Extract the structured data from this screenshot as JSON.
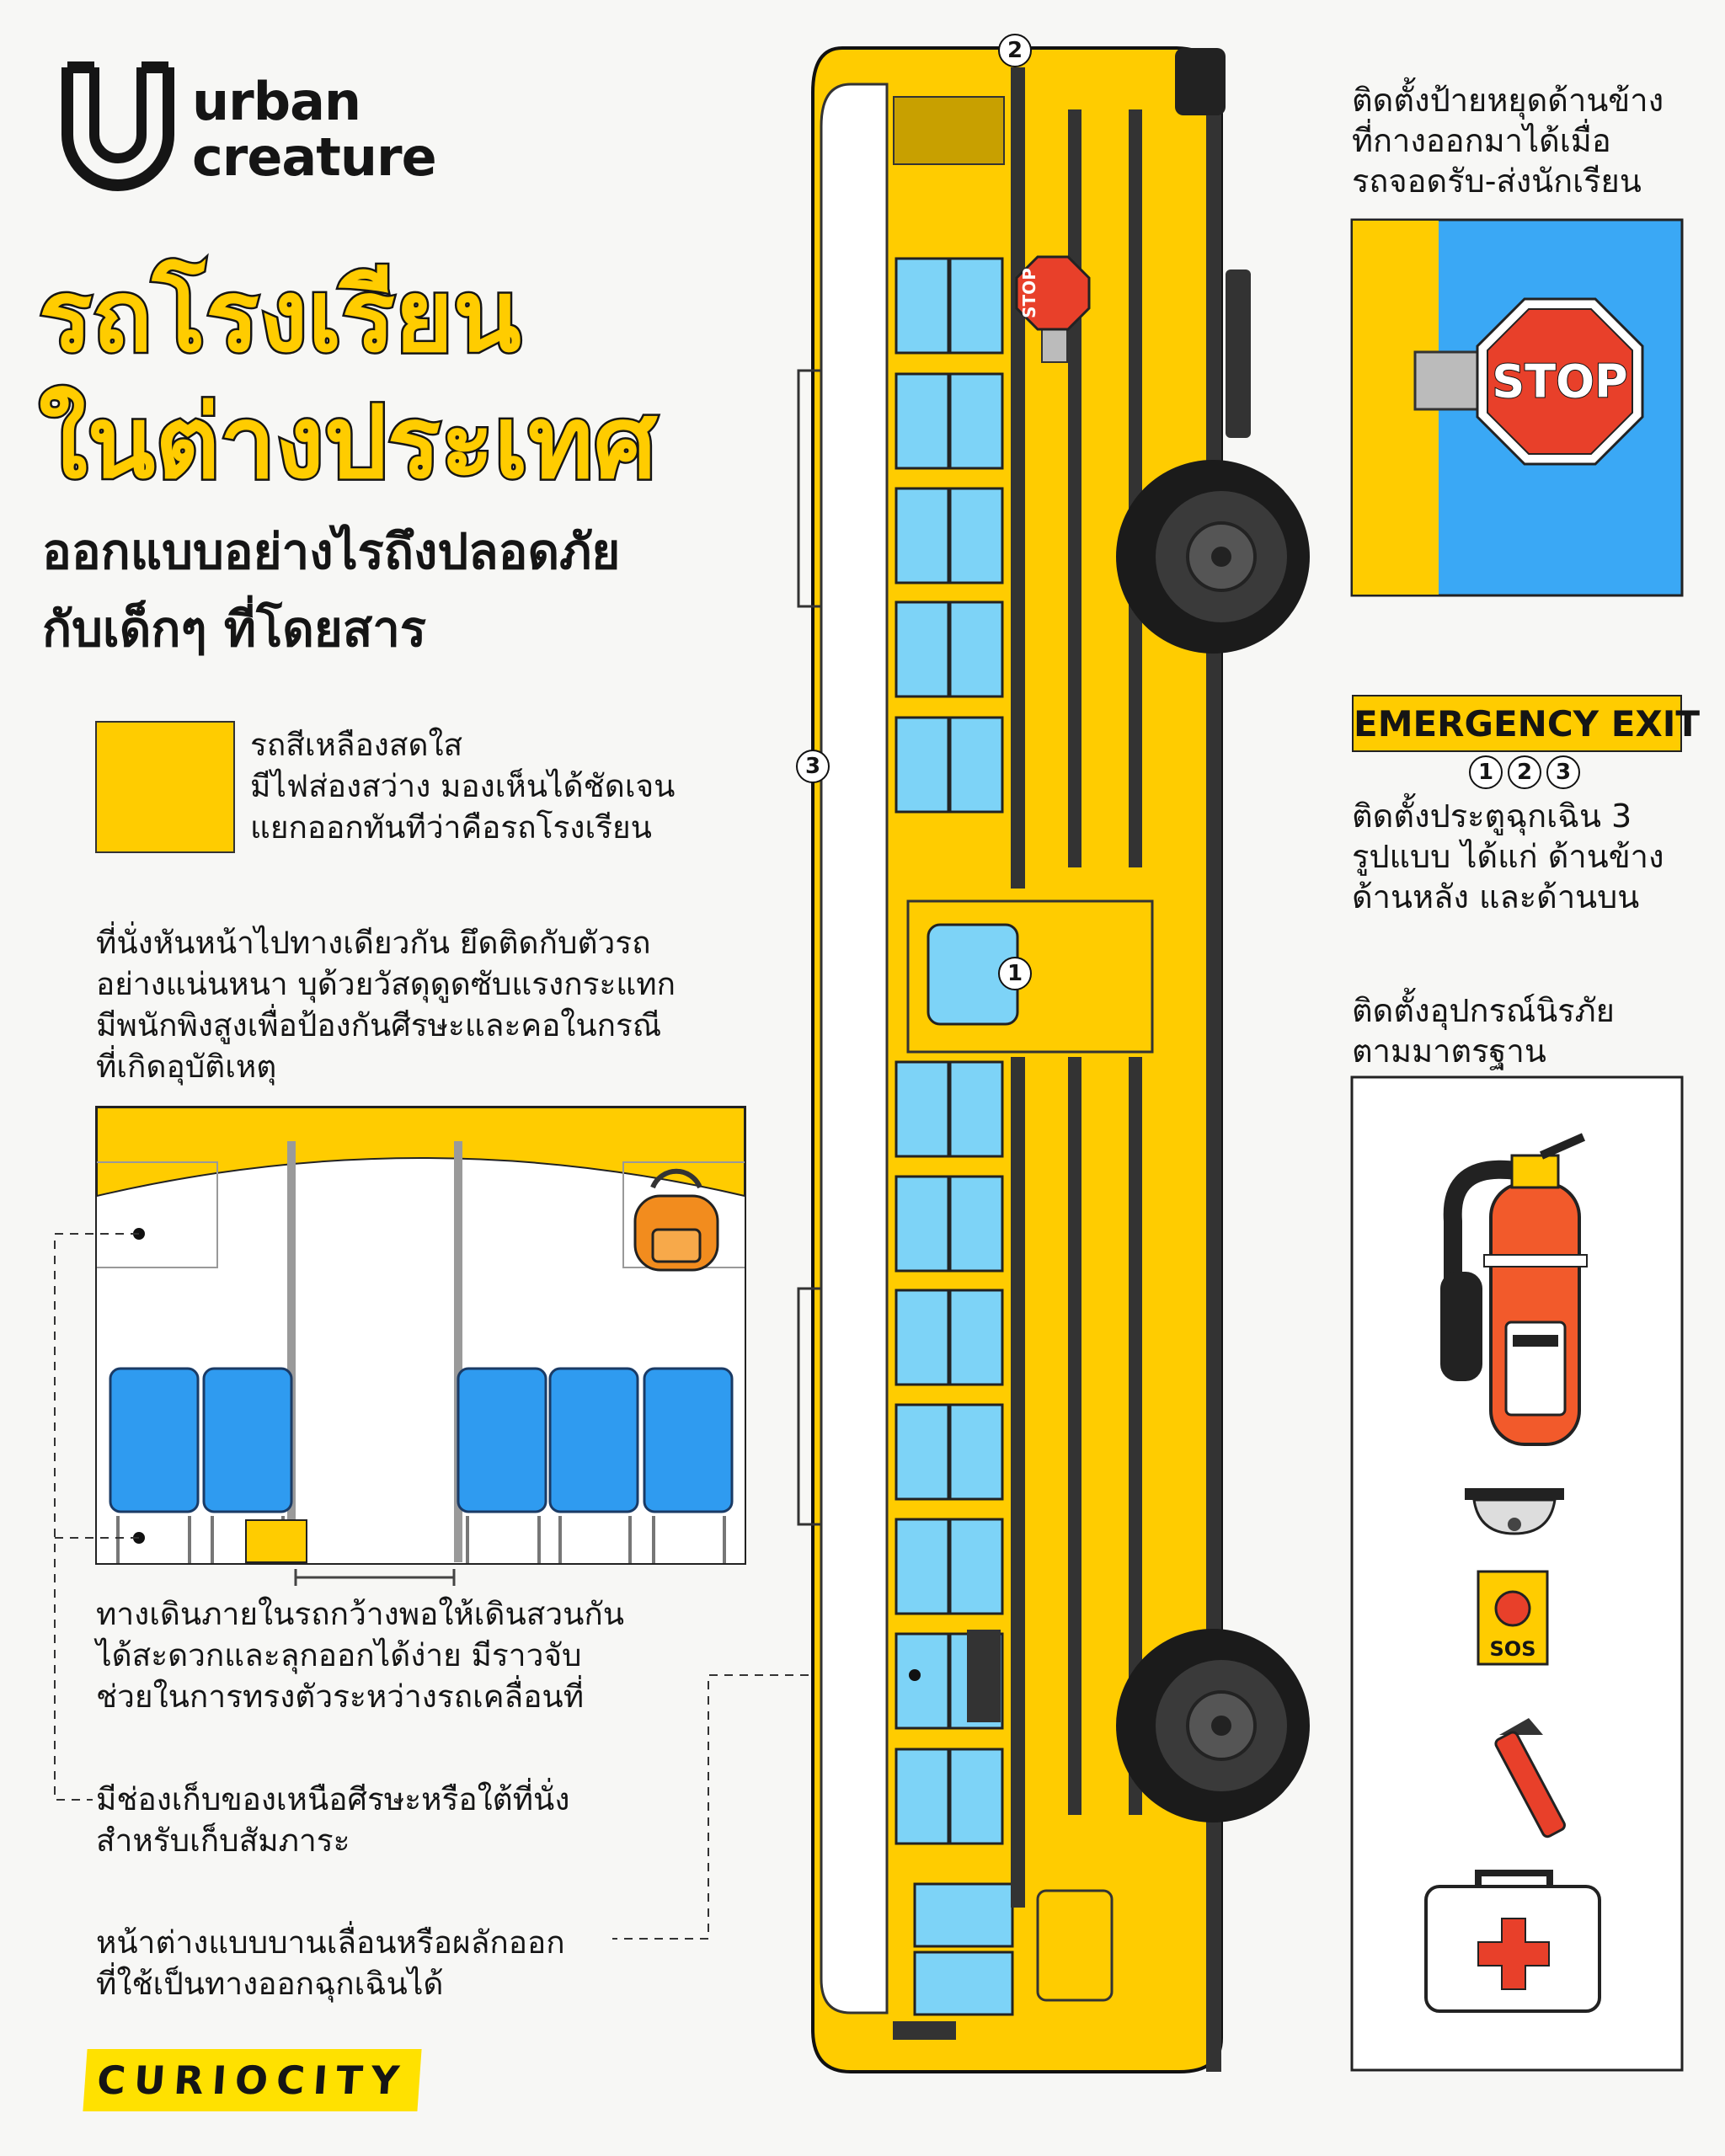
{
  "brand": {
    "line1": "urban",
    "line2": "creature"
  },
  "title": {
    "line1": "รถโรงเรียน",
    "line2": "ในต่างประเทศ"
  },
  "subtitle": {
    "line1": "ออกแบบอย่างไรถึงปลอดภัย",
    "line2": "กับเด็กๆ ที่โดยสาร"
  },
  "left": {
    "yellow_color": "#FFCC00",
    "yellow_text": "รถสีเหลืองสดใส\nมีไฟส่องสว่าง มองเห็นได้ชัดเจน\nแยกออกทันทีว่าคือรถโรงเรียน",
    "seat_text": "ที่นั่งหันหน้าไปทางเดียวกัน ยึดติดกับตัวรถ\nอย่างแน่นหนา บุด้วยวัสดุดูดซับแรงกระแทก\nมีพนักพิงสูงเพื่อป้องกันศีรษะและคอในกรณี\nที่เกิดอุบัติเหตุ",
    "aisle_text": "ทางเดินภายในรถกว้างพอให้เดินสวนกัน\nได้สะดวกและลุกออกได้ง่าย มีราวจับ\nช่วยในการทรงตัวระหว่างรถเคลื่อนที่",
    "storage_text": "มีช่องเก็บของเหนือศีรษะหรือใต้ที่นั่ง\nสำหรับเก็บสัมภาระ",
    "window_text": "หน้าต่างแบบบานเลื่อนหรือผลักออก\nที่ใช้เป็นทางออกฉุกเฉินได้"
  },
  "footer_brand": "CURIOCITY",
  "bus": {
    "markers": [
      "1",
      "2",
      "3"
    ],
    "stop_sign": "STOP"
  },
  "right": {
    "stop_text": "ติดตั้งป้ายหยุดด้านข้าง\nที่กางออกมาได้เมื่อ\nรถจอดรับ-ส่งนักเรียน",
    "stop_sign": "STOP",
    "exit_label": "EMERGENCY EXIT",
    "exit_numbers": [
      "1",
      "2",
      "3"
    ],
    "exit_text": "ติดตั้งประตูฉุกเฉิน 3\nรูปแบบ ได้แก่ ด้านข้าง\nด้านหลัง และด้านบน",
    "safety_text": "ติดตั้งอุปกรณ์นิรภัย\nตามมาตรฐาน",
    "sos_label": "SOS",
    "icons": [
      "fire-extinguisher-icon",
      "smoke-detector-icon",
      "sos-button-icon",
      "emergency-hammer-icon",
      "first-aid-kit-icon"
    ]
  },
  "colors": {
    "yellow": "#FFCC00",
    "blue": "#3AA8F5",
    "window": "#7DD3F7",
    "seat": "#2F9BF0",
    "red": "#E8402A",
    "orange": "#F28C1E"
  }
}
